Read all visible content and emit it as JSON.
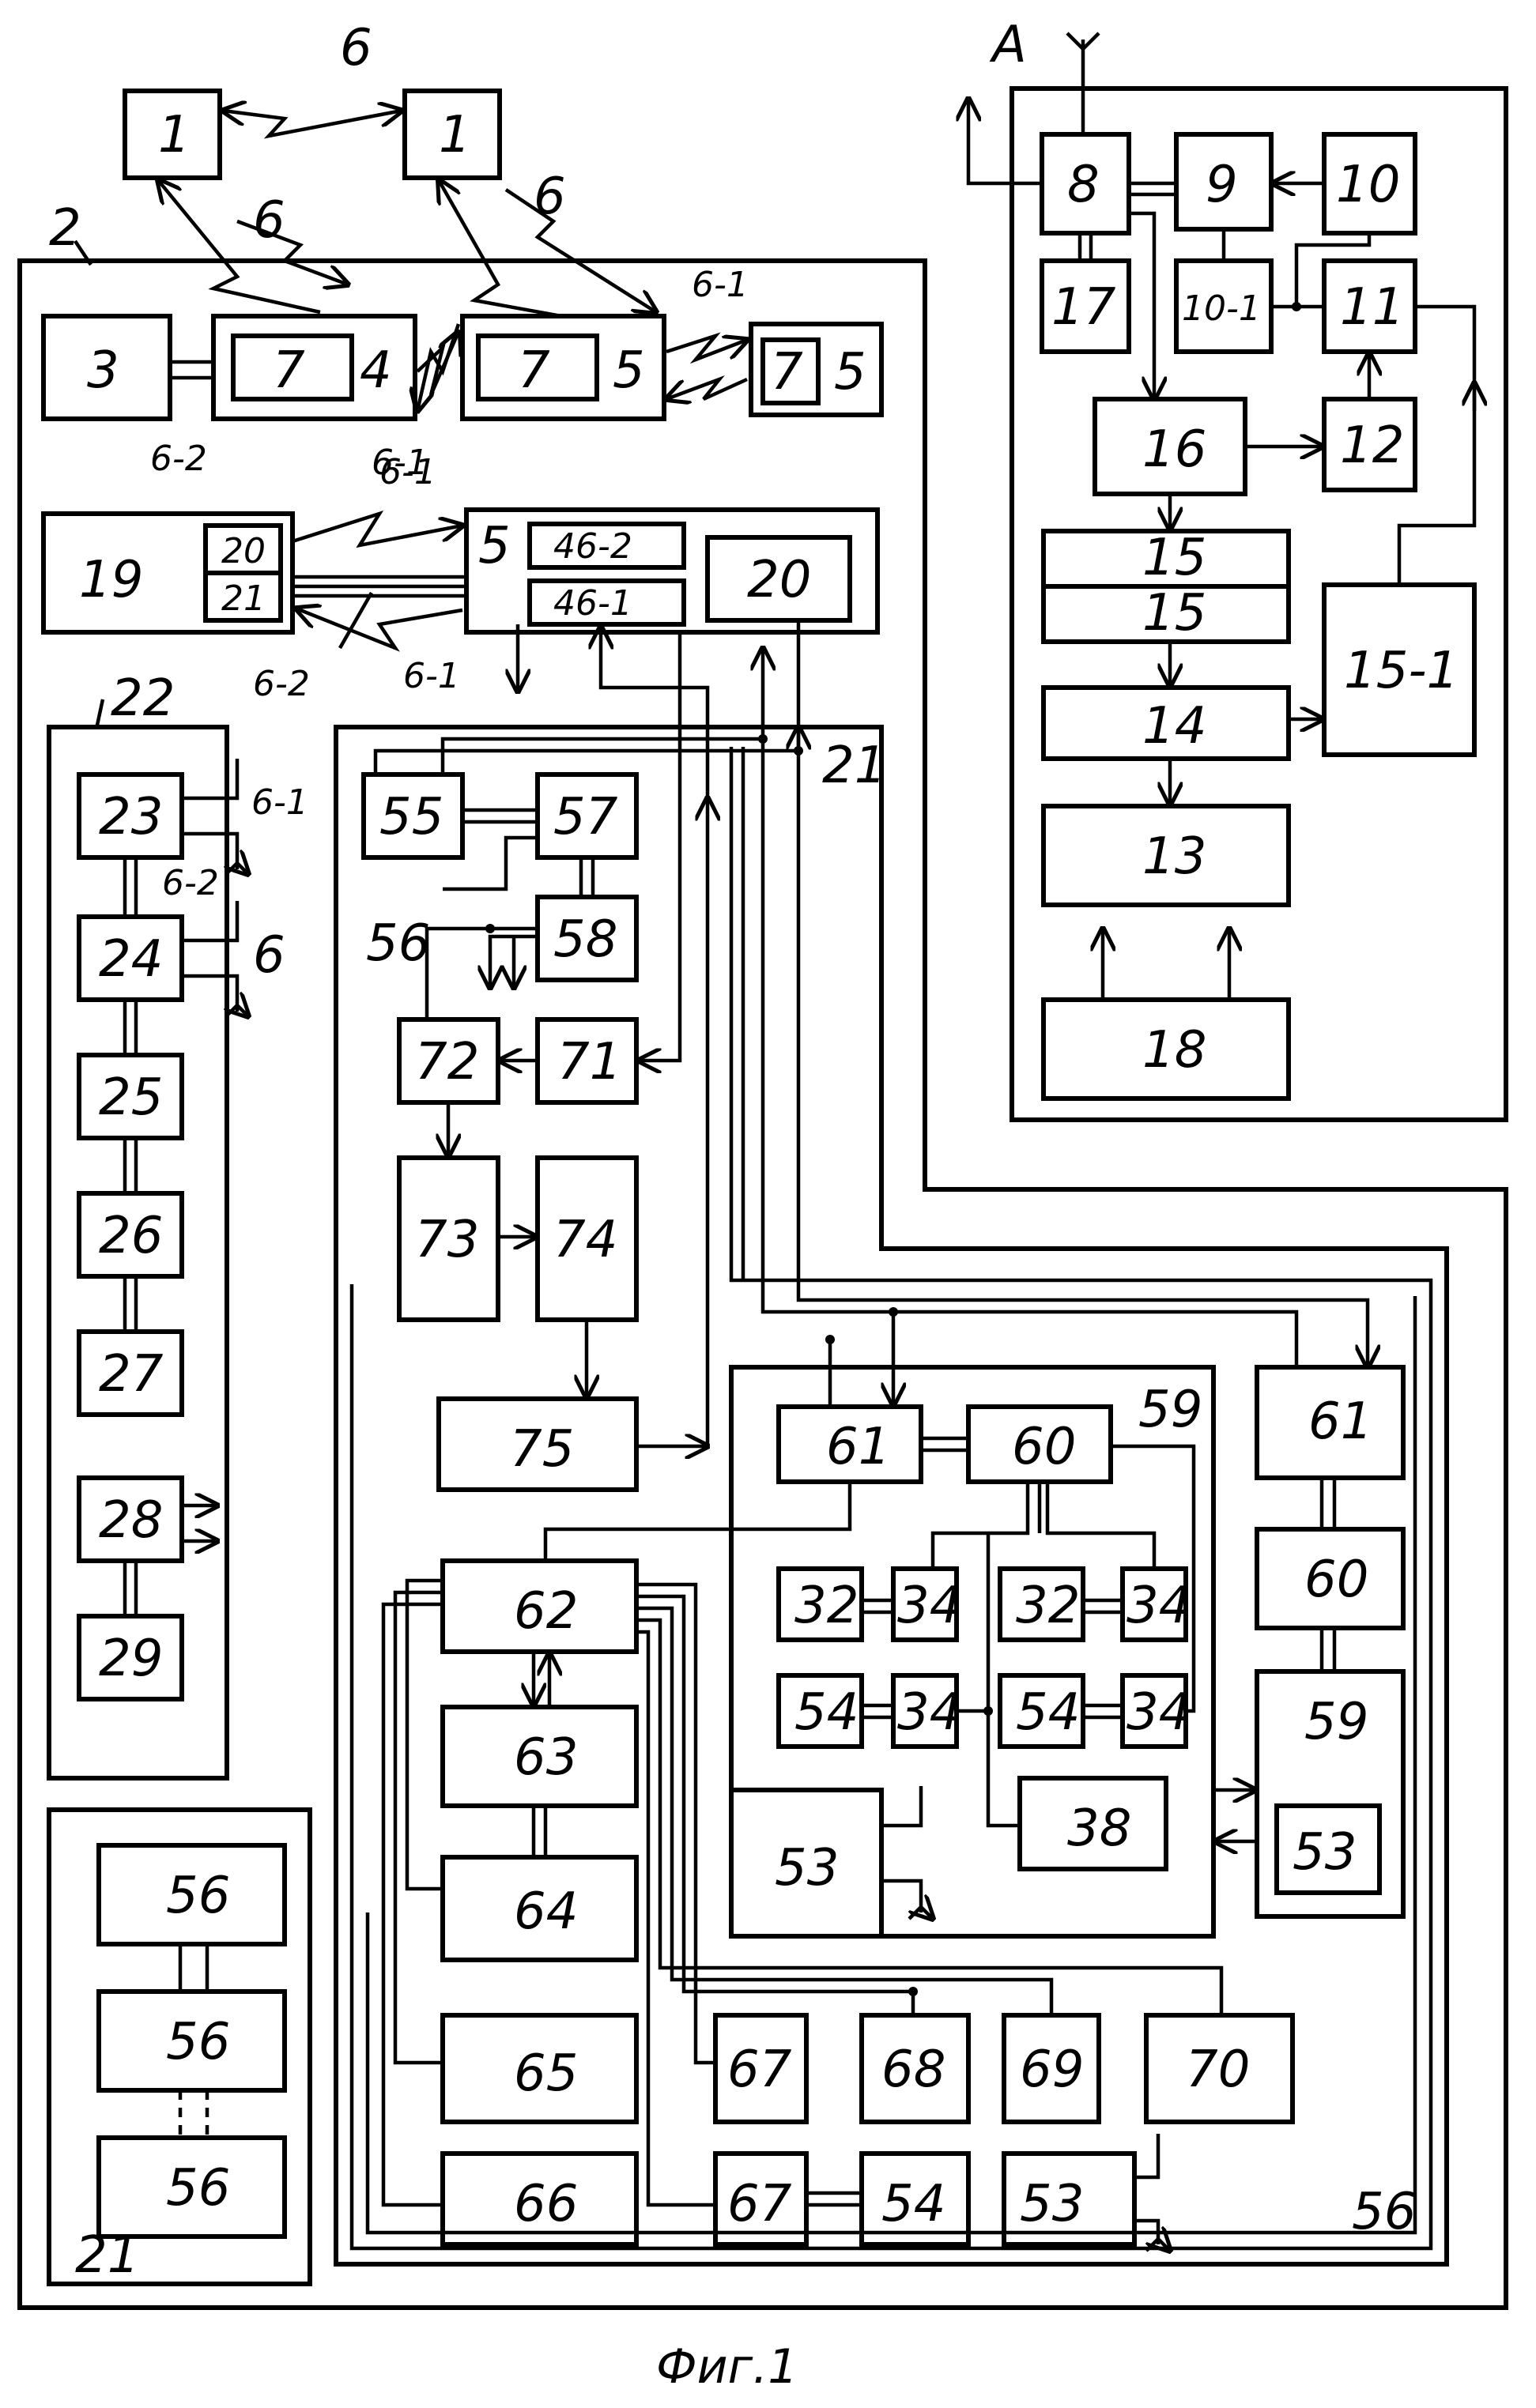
{
  "caption": "Фиг.1",
  "labels": {
    "n1": "1",
    "n2": "2",
    "n3": "3",
    "n4": "4",
    "n5": "5",
    "n6": "6",
    "n7": "7",
    "n8": "8",
    "n9": "9",
    "n10": "10",
    "n10_1": "10-1",
    "n11": "11",
    "n12": "12",
    "n13": "13",
    "n14": "14",
    "n15": "15",
    "n15_1": "15-1",
    "n16": "16",
    "n17": "17",
    "n18": "18",
    "n19": "19",
    "n20": "20",
    "n21": "21",
    "n22": "22",
    "n23": "23",
    "n24": "24",
    "n25": "25",
    "n26": "26",
    "n27": "27",
    "n28": "28",
    "n29": "29",
    "n32": "32",
    "n34": "34",
    "n38": "38",
    "n46_1": "46-1",
    "n46_2": "46-2",
    "n53": "53",
    "n54": "54",
    "n55": "55",
    "n56": "56",
    "n57": "57",
    "n58": "58",
    "n59": "59",
    "n60": "60",
    "n61": "61",
    "n62": "62",
    "n63": "63",
    "n64": "64",
    "n65": "65",
    "n66": "66",
    "n67": "67",
    "n68": "68",
    "n69": "69",
    "n70": "70",
    "n71": "71",
    "n72": "72",
    "n73": "73",
    "n74": "74",
    "n75": "75",
    "l6_1": "6-1",
    "l6_2": "6-2",
    "antenna_a": "A"
  }
}
